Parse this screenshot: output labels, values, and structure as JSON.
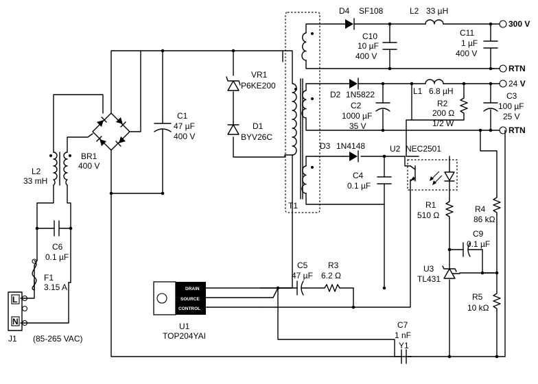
{
  "components": {
    "j1": {
      "ref": "J1",
      "pin_l": "L",
      "pin_n": "N",
      "note": "(85-265 VAC)"
    },
    "f1": {
      "ref": "F1",
      "value": "3.15 A"
    },
    "c6": {
      "ref": "C6",
      "value": "0.1 µF"
    },
    "l2_in": {
      "ref": "L2",
      "value": "33 mH"
    },
    "br1": {
      "ref": "BR1",
      "value": "400 V"
    },
    "c1": {
      "ref": "C1",
      "value": "47 µF",
      "voltage": "400 V"
    },
    "vr1": {
      "ref": "VR1",
      "value": "P6KE200"
    },
    "d1": {
      "ref": "D1",
      "value": "BYV26C"
    },
    "t1": {
      "ref": "T1"
    },
    "d4": {
      "ref": "D4",
      "value": "SF108"
    },
    "l2_out": {
      "ref": "L2",
      "value": "33 µH"
    },
    "c10": {
      "ref": "C10",
      "value": "10 µF",
      "voltage": "400 V"
    },
    "c11": {
      "ref": "C11",
      "value": "1 µF",
      "voltage": "400 V"
    },
    "d2": {
      "ref": "D2",
      "value": "1N5822"
    },
    "c2": {
      "ref": "C2",
      "value": "1000 µF",
      "voltage": "35 V"
    },
    "l1": {
      "ref": "L1",
      "value": "6.8 µH"
    },
    "r2": {
      "ref": "R2",
      "value": "200 Ω",
      "power": "1/2 W"
    },
    "c3": {
      "ref": "C3",
      "value": "100 µF",
      "voltage": "25 V"
    },
    "d3": {
      "ref": "D3",
      "value": "1N4148"
    },
    "c4": {
      "ref": "C4",
      "value": "0.1 µF"
    },
    "u2": {
      "ref": "U2",
      "value": "NEC2501"
    },
    "r1": {
      "ref": "R1",
      "value": "510 Ω"
    },
    "r4": {
      "ref": "R4",
      "value": "86 kΩ"
    },
    "c9": {
      "ref": "C9",
      "value": "0.1 µF"
    },
    "u3": {
      "ref": "U3",
      "value": "TL431"
    },
    "r5": {
      "ref": "R5",
      "value": "10 kΩ"
    },
    "c5": {
      "ref": "C5",
      "value": "47 µF"
    },
    "r3": {
      "ref": "R3",
      "value": "6.2 Ω"
    },
    "u1": {
      "ref": "U1",
      "value": "TOP204YAI",
      "pin_drain": "DRAIN",
      "pin_source": "SOURCE",
      "pin_control": "CONTROL"
    },
    "c7": {
      "ref": "C7",
      "value": "1 nF",
      "class": "Y1"
    }
  },
  "outputs": {
    "hv": "300 V",
    "hv_rtn": "RTN",
    "lv_num": "24 ",
    "lv_unit": "V",
    "lv_rtn": "RTN"
  }
}
